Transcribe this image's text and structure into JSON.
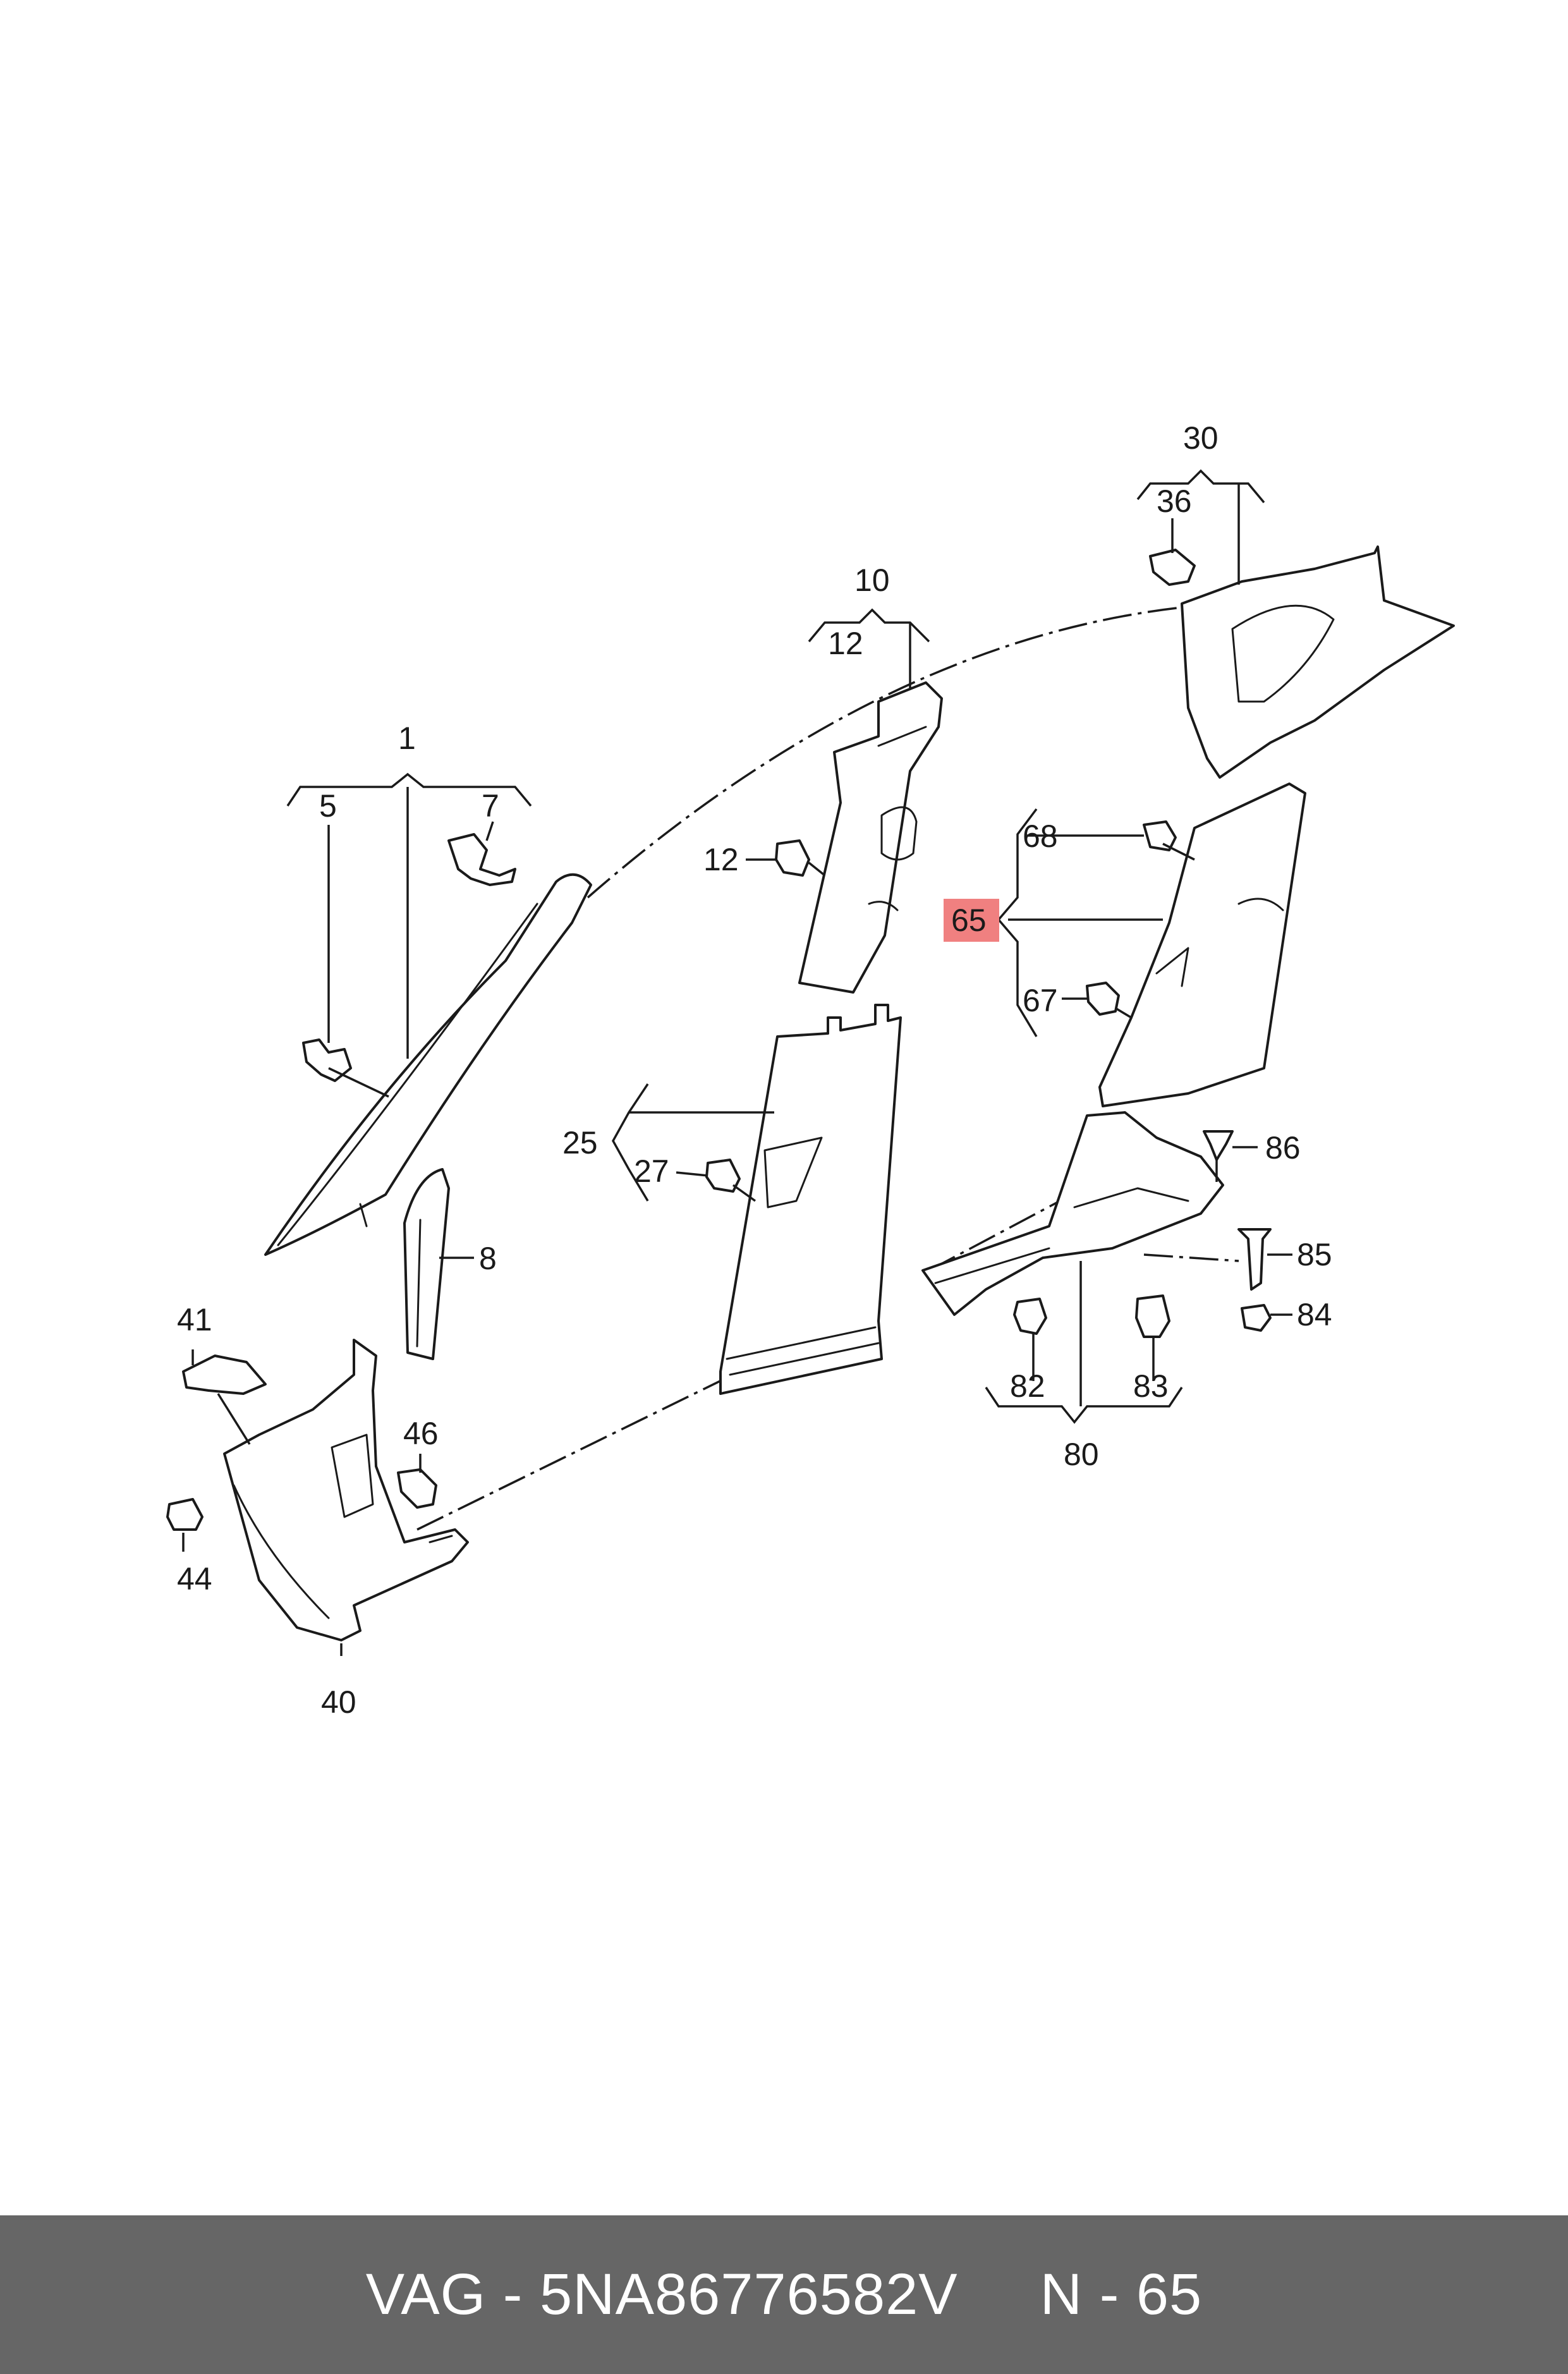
{
  "diagram": {
    "labels": {
      "l1": "1",
      "l5": "5",
      "l7": "7",
      "l8": "8",
      "l10": "10",
      "l12a": "12",
      "l12b": "12",
      "l25": "25",
      "l27": "27",
      "l30": "30",
      "l36": "36",
      "l40": "40",
      "l41": "41",
      "l44": "44",
      "l46": "46",
      "l65": "65",
      "l67": "67",
      "l68": "68",
      "l80": "80",
      "l82": "82",
      "l83": "83",
      "l84": "84",
      "l85": "85",
      "l86": "86"
    },
    "highlight_color": "#f08080"
  },
  "footer": {
    "brand": "VAG",
    "separator": "-",
    "part_number": "5NA86776582V",
    "position_prefix": "N",
    "position_number": "65",
    "background": "#666666"
  }
}
